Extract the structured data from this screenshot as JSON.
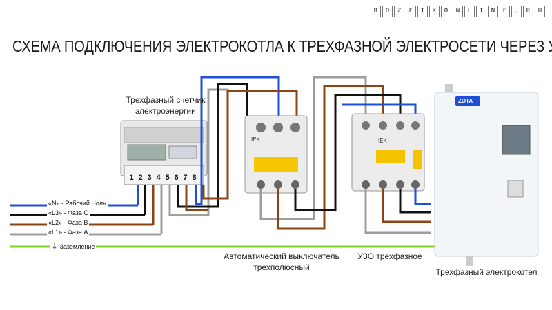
{
  "logo": {
    "letters": [
      "R",
      "O",
      "Z",
      "E",
      "T",
      "K",
      "O",
      "N",
      "L",
      "I",
      "N",
      "E",
      ".",
      "R",
      "U"
    ]
  },
  "title": "СХЕМА ПОДКЛЮЧЕНИЯ ЭЛЕКТРОКОТЛА К ТРЕХФАЗНОЙ ЭЛЕКТРОСЕТИ ЧЕРЕЗ УЗО",
  "meter": {
    "label_line1": "Трехфазный счетчик",
    "label_line2": "электроэнергии",
    "terminals": [
      "1",
      "2",
      "3",
      "4",
      "5",
      "6",
      "7",
      "8"
    ]
  },
  "breaker": {
    "label_line1": "Автоматический выключатель",
    "label_line2": "трехполюсный"
  },
  "rcd": {
    "label": "УЗО трехфазное",
    "brand": "IEK"
  },
  "boiler": {
    "label": "Трехфазный электрокотел",
    "brand": "ZOTA"
  },
  "wires": [
    {
      "label": "«N» - Рабочий Ноль",
      "color": "#1f4fd6"
    },
    {
      "label": "«L3» - Фаза С",
      "color": "#111111"
    },
    {
      "label": "«L2» - Фаза В",
      "color": "#8b4513"
    },
    {
      "label": "«L1» - Фаза А",
      "color": "#9e9e9e"
    },
    {
      "label": "Заземление",
      "color": "#7ed321"
    }
  ]
}
